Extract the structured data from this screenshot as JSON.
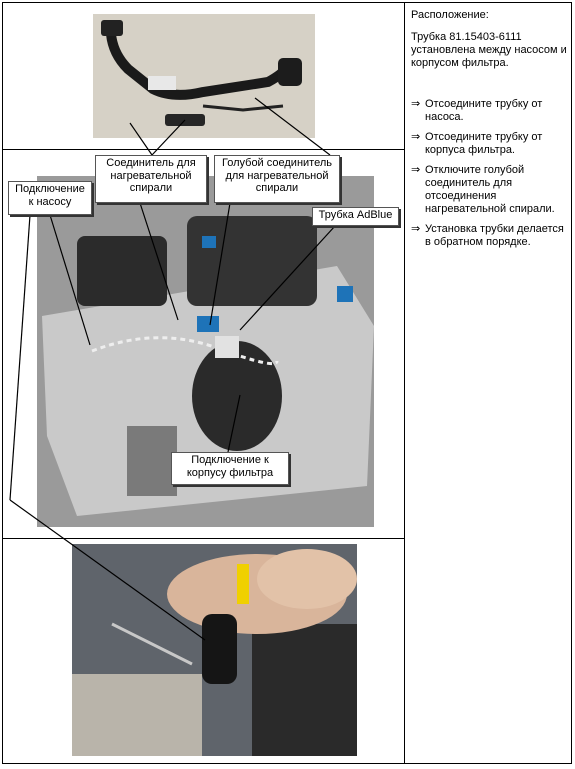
{
  "labels": {
    "pump_connection": "Подключение к насосу",
    "heater_connector": "Соединитель для нагревательной спирали",
    "blue_heater_connector": "Голубой соединитель для нагревательной спирали",
    "adblue_tube": "Трубка AdBlue",
    "filter_connection": "Подключение к корпусу фильтра"
  },
  "info": {
    "location_heading": "Расположение:",
    "location_text": "Трубка 81.15403-6111 установлена между насосом и корпусом фильтра.",
    "steps": [
      "Отсоедините трубку от насоса.",
      "Отсоедините трубку от корпуса фильтра.",
      "Отключите голубой соединитель для отсоединения нагревательной спирали.",
      "Установка трубки делается в обратном порядке."
    ]
  },
  "icons": {
    "step_bullet": "double-right-arrow-icon"
  },
  "colors": {
    "blue_connector": "#1e73b8",
    "border": "#000000"
  }
}
